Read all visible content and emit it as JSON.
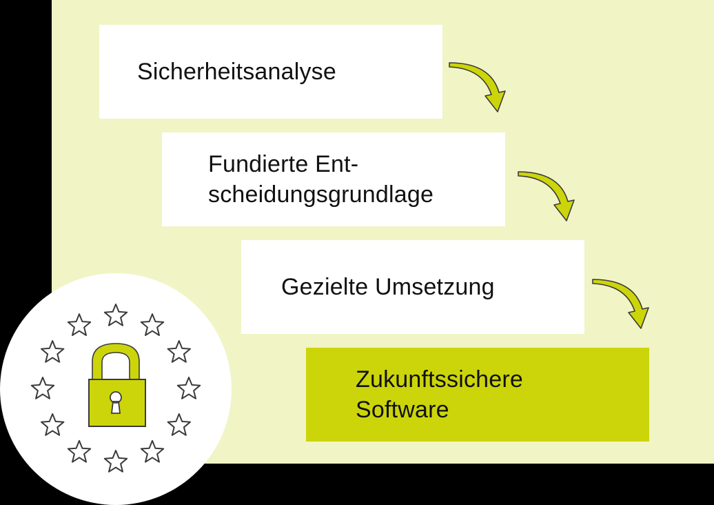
{
  "colors": {
    "background": "#000000",
    "panel": "#f1f4c5",
    "box": "#ffffff",
    "highlight_box": "#ccd50a",
    "arrow": "#ccd50a",
    "outline": "#3a3a3a"
  },
  "steps": [
    {
      "label": "Sicherheitsanalyse"
    },
    {
      "label": "Fundierte Ent-\nscheidungsgrundlage"
    },
    {
      "label": "Gezielte Umsetzung"
    },
    {
      "label": "Zukunftssichere\nSoftware",
      "highlighted": true
    }
  ],
  "badge": {
    "icons": [
      "padlock-icon",
      "star-icon"
    ],
    "star_count": 12
  }
}
